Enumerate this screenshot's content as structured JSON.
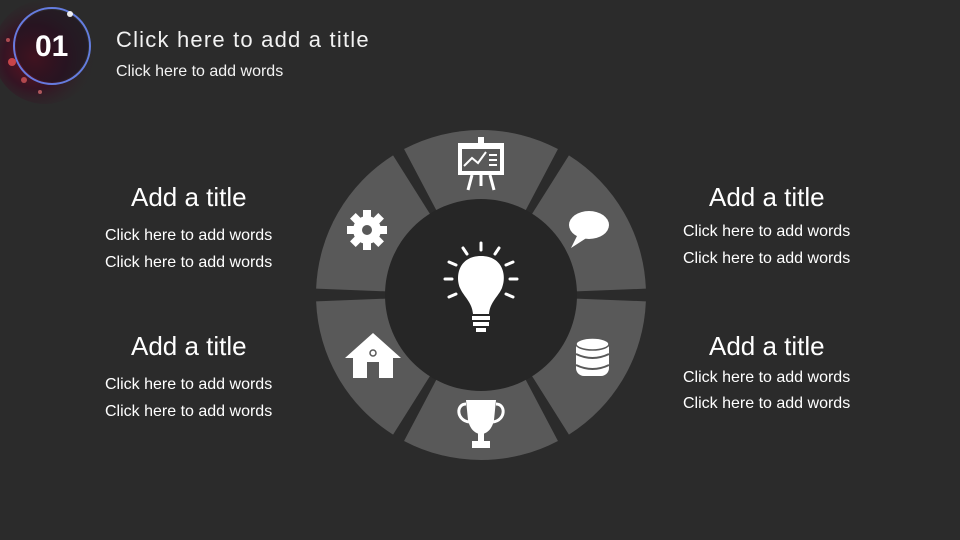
{
  "header": {
    "badge_number": "01",
    "title": "Click here to add a title",
    "subtitle": "Click here to add words"
  },
  "blocks": {
    "top_left": {
      "title": "Add a title",
      "line1": "Click here to add words",
      "line2": "Click here to add words"
    },
    "top_right": {
      "title": "Add a title",
      "line1": "Click here to add words",
      "line2": "Click here to add words"
    },
    "bottom_left": {
      "title": "Add a title",
      "line1": "Click here to add words",
      "line2": "Click here to add words"
    },
    "bottom_right": {
      "title": "Add a title",
      "line1": "Click here to add words",
      "line2": "Click here to add words"
    }
  },
  "wheel": {
    "center_icon": "lightbulb-icon",
    "segment_icons": [
      "presentation-board-icon",
      "speech-bubble-icon",
      "database-icon",
      "trophy-icon",
      "house-icon",
      "gear-icon"
    ]
  },
  "colors": {
    "background": "#2b2b2b",
    "segment": "#595959",
    "inner": "#262626",
    "text": "#ffffff"
  }
}
